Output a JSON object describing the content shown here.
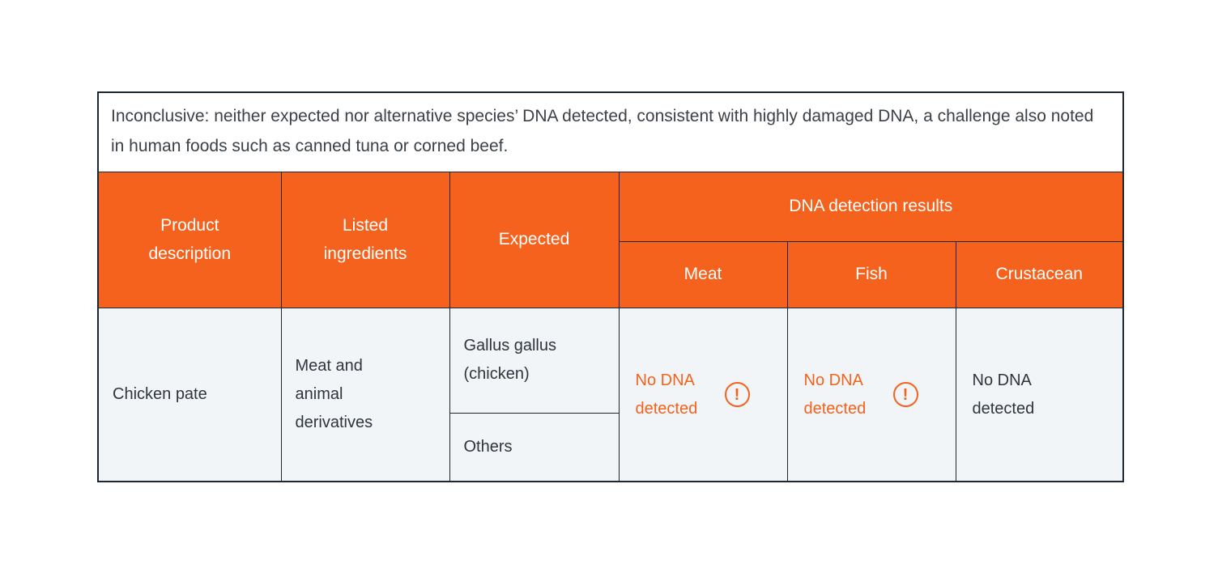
{
  "note": "Inconclusive: neither expected nor alternative species’ DNA detected, consistent with highly damaged DNA, a challenge also noted in human foods such as canned tuna or corned beef.",
  "header": {
    "product": "Product description",
    "ingredients": "Listed ingredients",
    "expected": "Expected",
    "dna_group": "DNA detection results",
    "sub": [
      "Meat",
      "Fish",
      "Crustacean"
    ]
  },
  "row": {
    "product": "Chicken pate",
    "ingredients": "Meat and animal derivatives",
    "expected_species": "Gallus gallus (chicken)",
    "expected_others": "Others",
    "meat_result": "No DNA detected",
    "fish_result": "No DNA detected",
    "crustacean_result": "No DNA detected"
  },
  "icons": {
    "warning": "!"
  },
  "colors": {
    "accent_orange": "#f4621d",
    "body_cell_bg": "#f2f5f7",
    "border_dark": "#1d2731",
    "header_text": "#ffffff"
  },
  "chart_data": {
    "type": "table",
    "title": "",
    "note": "Inconclusive: neither expected nor alternative species’ DNA detected, consistent with highly damaged DNA, a challenge also noted in human foods such as canned tuna or corned beef.",
    "column_groups": [
      {
        "label": "DNA detection results",
        "columns": [
          "Meat",
          "Fish",
          "Crustacean"
        ]
      }
    ],
    "columns": [
      "Product description",
      "Listed ingredients",
      "Expected",
      "Meat",
      "Fish",
      "Crustacean"
    ],
    "rows": [
      {
        "product_description": "Chicken pate",
        "listed_ingredients": "Meat and animal derivatives",
        "expected": [
          "Gallus gallus (chicken)",
          "Others"
        ],
        "meat": {
          "value": "No DNA detected",
          "warning": true
        },
        "fish": {
          "value": "No DNA detected",
          "warning": true
        },
        "crustacean": {
          "value": "No DNA detected",
          "warning": false
        }
      }
    ],
    "layout": {
      "header_bg": "#f4621d",
      "body_bg": "#f2f5f7",
      "grid": true
    }
  }
}
